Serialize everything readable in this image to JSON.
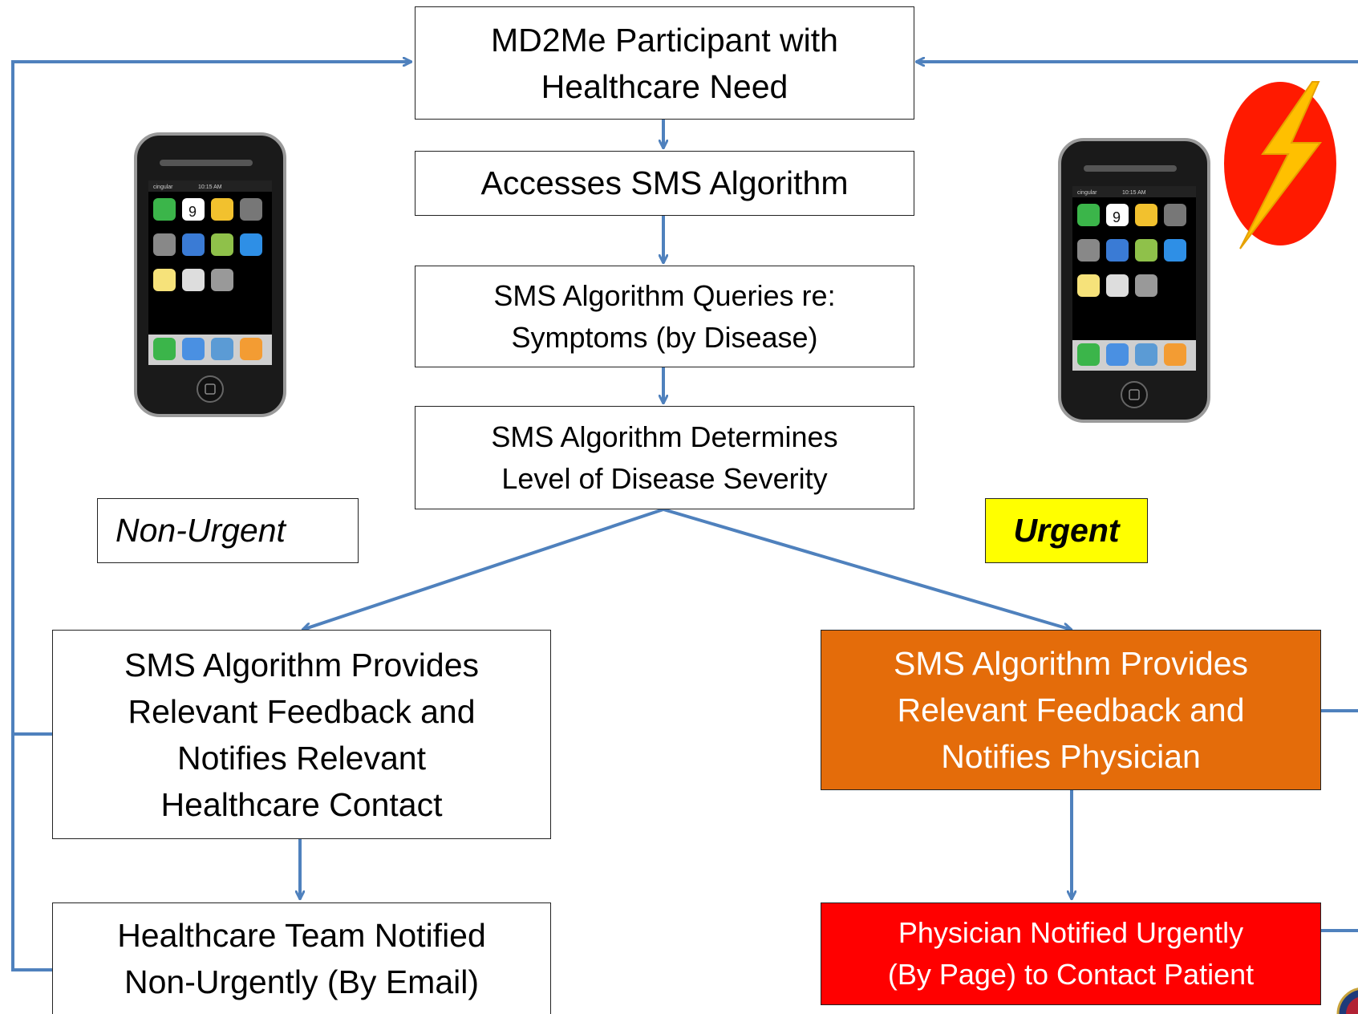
{
  "nodes": {
    "participant": {
      "line1": "MD2Me Participant with",
      "line2": "Healthcare Need"
    },
    "access": {
      "text": "Accesses SMS Algorithm"
    },
    "queries": {
      "line1": "SMS Algorithm Queries re:",
      "line2": "Symptoms (by Disease)"
    },
    "determines": {
      "line1": "SMS Algorithm Determines",
      "line2": "Level of Disease Severity"
    },
    "nonurgent_feedback": {
      "line1": "SMS Algorithm Provides",
      "line2": "Relevant Feedback and",
      "line3": "Notifies Relevant",
      "line4": "Healthcare Contact"
    },
    "team_notified": {
      "line1": "Healthcare Team Notified",
      "line2": "Non-Urgently (By Email)"
    },
    "urgent_feedback": {
      "line1": "SMS Algorithm Provides",
      "line2": "Relevant Feedback and",
      "line3": "Notifies Physician"
    },
    "physician_notified": {
      "line1": "Physician Notified Urgently",
      "line2": "(By Page) to Contact Patient"
    }
  },
  "labels": {
    "non_urgent": "Non-Urgent",
    "urgent": "Urgent"
  },
  "phone_screen": {
    "carrier": "cingular",
    "time": "10:15 AM",
    "calendar_day": "9",
    "apps": [
      "Text",
      "Calendar",
      "Photos",
      "Camera",
      "Calculator",
      "Stocks",
      "Maps",
      "Weather",
      "Notes",
      "Clock",
      "Settings"
    ],
    "dock": [
      "Phone",
      "Mail",
      "Web",
      "iPod"
    ]
  },
  "colors": {
    "arrow": "#4f81bd",
    "urgent_box": "#e46c0a",
    "physician_box": "#ff0000",
    "urgent_tag": "#ffff00",
    "bolt_circle": "#ff1a00",
    "bolt": "#ffc000"
  },
  "icons": {
    "urgent_symbol": "lightning-bolt-icon",
    "device": "smartphone-icon"
  }
}
